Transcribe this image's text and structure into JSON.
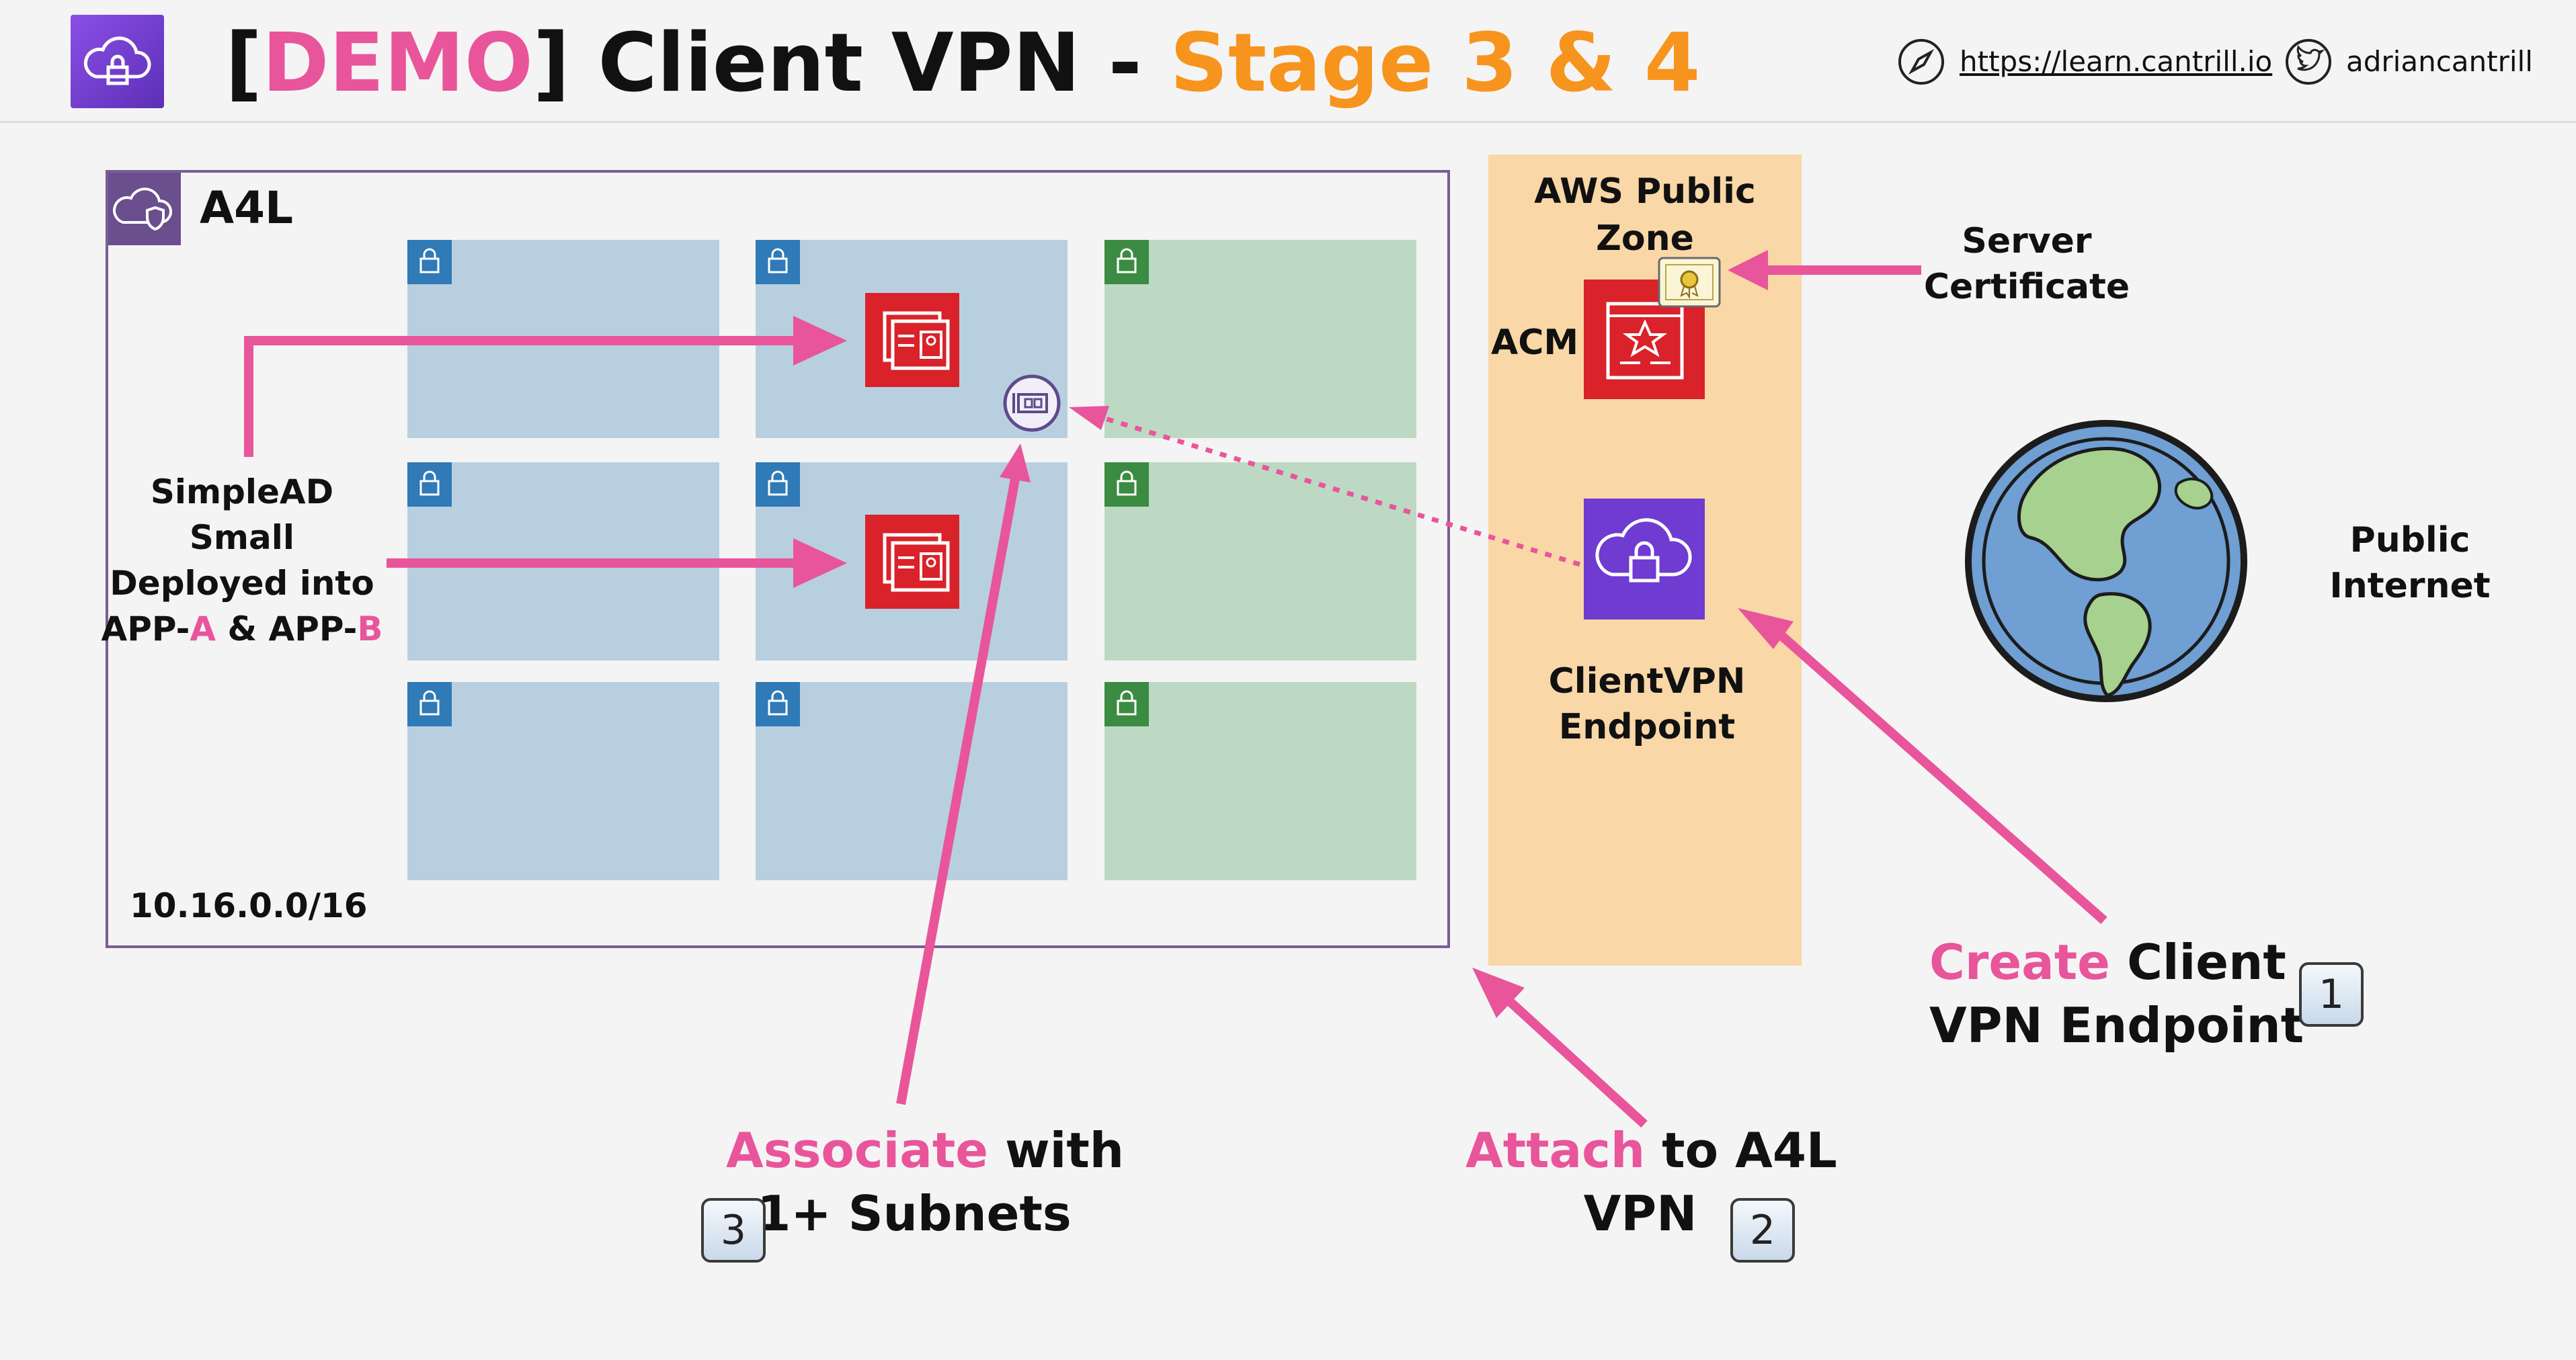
{
  "header": {
    "title_open": "[",
    "title_demo": "DEMO",
    "title_rest": "] Client VPN - ",
    "title_stage": "Stage 3 & 4",
    "url": "https://learn.cantrill.io",
    "handle": "adriancantrill"
  },
  "vpc": {
    "name": "A4L",
    "cidr": "10.16.0.0/16"
  },
  "public_zone": {
    "title": "AWS Public Zone",
    "acm_label": "ACM",
    "endpoint_label_line1": "ClientVPN",
    "endpoint_label_line2": "Endpoint"
  },
  "simplead": {
    "line1": "SimpleAD",
    "line2": "Small",
    "line3": "Deployed into",
    "line4_a_prefix": "APP-",
    "line4_a": "A",
    "line4_mid": " & APP-",
    "line4_b": "B"
  },
  "server_certificate": {
    "line1": "Server",
    "line2": "Certificate"
  },
  "public_internet": {
    "line1": "Public",
    "line2": "Internet"
  },
  "steps": {
    "create_verb": "Create",
    "create_rest1": " Client",
    "create_rest2": "VPN Endpoint",
    "create_num": "1",
    "attach_verb": "Attach",
    "attach_rest1": " to A4L",
    "attach_rest2": "VPN",
    "attach_num": "2",
    "assoc_verb": "Associate",
    "assoc_rest1": " with",
    "assoc_rest2": "1+ Subnets",
    "assoc_num": "3"
  },
  "colors": {
    "accent_pink": "#e8559b",
    "stage_orange": "#f7941d",
    "vpc_border": "#7b5c95",
    "private_subnet": "#b8cfe0",
    "public_subnet": "#bdd9c3",
    "public_zone": "#f9d7a6",
    "directory_red": "#d9222a",
    "vpn_purple": "#6f3bd1"
  }
}
